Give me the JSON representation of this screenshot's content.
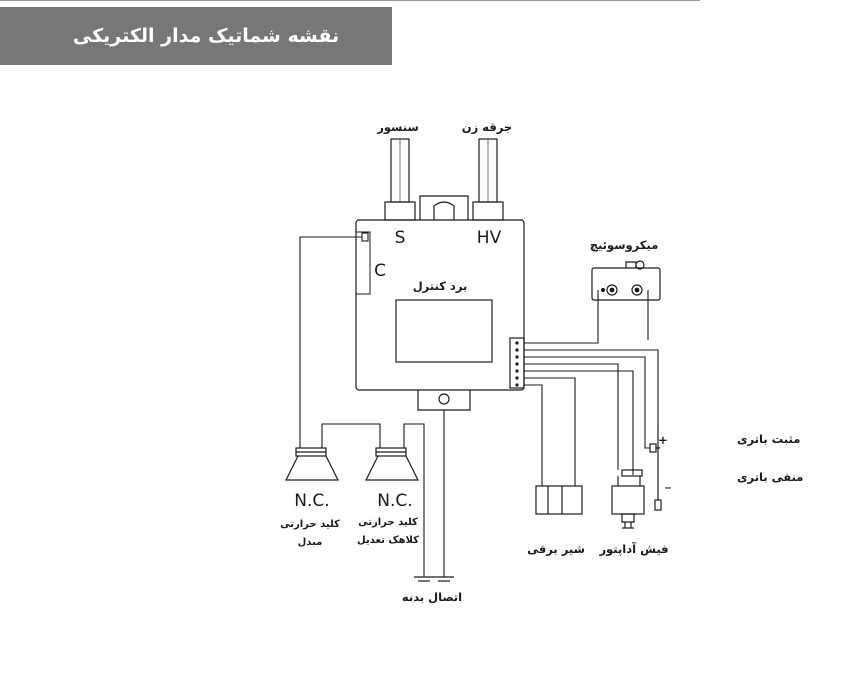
{
  "header": {
    "title": "نقشه شماتیک مدار الکتریکی"
  },
  "diagram": {
    "board_label": "برد کنترل",
    "terminal_s": "S",
    "terminal_hv": "HV",
    "terminal_c": "C",
    "sensor_label": "سنسور",
    "igniter_label": "جرقه زن",
    "microswitch_label": "میکروسوئیچ",
    "battery_positive_label": "مثبت باتری",
    "battery_positive_sign": "+",
    "battery_negative_label": "منفی باتری",
    "battery_negative_sign": "_",
    "adapter_label": "فیش آداپتور",
    "valve_label": "شیر برقی",
    "ground_label": "اتصال بدنه",
    "nc_left": "N.C.",
    "nc_right": "N.C.",
    "thermo_left_line1": "کلید حرارتی",
    "thermo_left_line2": "مبدل",
    "thermo_right_line1": "کلید حرارتی",
    "thermo_right_line2": "کلاهک تعدیل"
  }
}
